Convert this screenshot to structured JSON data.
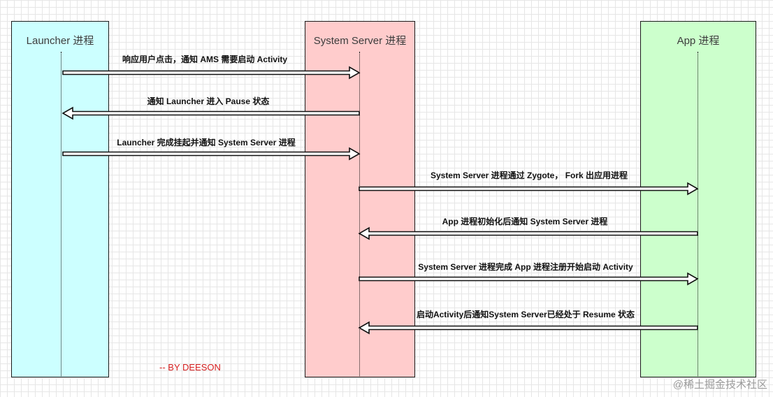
{
  "lanes": [
    {
      "id": "launcher",
      "title": "Launcher 进程",
      "color": "#ccffff"
    },
    {
      "id": "system_server",
      "title": "System Server 进程",
      "color": "#ffcccc"
    },
    {
      "id": "app",
      "title": "App 进程",
      "color": "#ccffcc"
    }
  ],
  "messages": [
    {
      "from": "launcher",
      "to": "system_server",
      "label": "响应用户点击，通知 AMS 需要启动 Activity"
    },
    {
      "from": "system_server",
      "to": "launcher",
      "label": "通知 Launcher 进入 Pause 状态"
    },
    {
      "from": "launcher",
      "to": "system_server",
      "label": "Launcher 完成挂起并通知 System Server 进程"
    },
    {
      "from": "system_server",
      "to": "app",
      "label": "System Server 进程通过 Zygote， Fork 出应用进程"
    },
    {
      "from": "app",
      "to": "system_server",
      "label": "App 进程初始化后通知 System Server 进程"
    },
    {
      "from": "system_server",
      "to": "app",
      "label": "System Server 进程完成 App 进程注册开始启动 Activity"
    },
    {
      "from": "app",
      "to": "system_server",
      "label": "启动Activity后通知System Server已经处于 Resume 状态"
    }
  ],
  "signature": "-- BY DEESON",
  "watermark": "@稀土掘金技术社区"
}
